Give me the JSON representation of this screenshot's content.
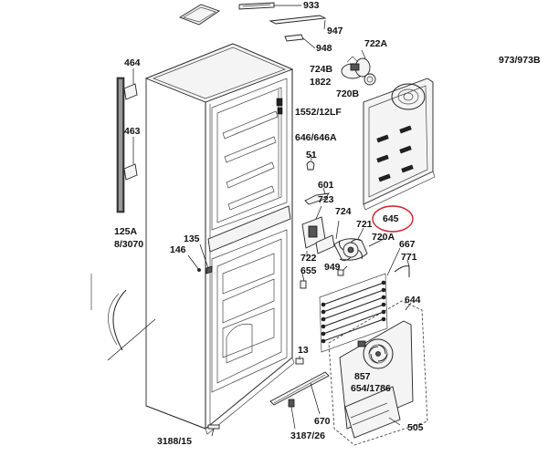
{
  "labels": {
    "l933": "933",
    "l947": "947",
    "l948": "948",
    "l722A": "722A",
    "l724B": "724B",
    "l1822": "1822",
    "l720B": "720B",
    "l973": "973/973B",
    "l464": "464",
    "l463": "463",
    "l1552": "1552/12LF",
    "l646": "646/646A",
    "l51": "51",
    "l601": "601",
    "l723": "723",
    "l724": "724",
    "l721": "721",
    "l645": "645",
    "l720A": "720A",
    "l667": "667",
    "l771": "771",
    "l125A": "125A",
    "l3070": "8/3070",
    "l135": "135",
    "l146": "146",
    "l722": "722",
    "l655": "655",
    "l949": "949",
    "l644": "644",
    "l13": "13",
    "l857": "857",
    "l654": "654/1786",
    "l505": "505",
    "l670": "670",
    "l3188": "3188/15",
    "l3187": "3187/26"
  },
  "highlight_color": "#d0202a"
}
